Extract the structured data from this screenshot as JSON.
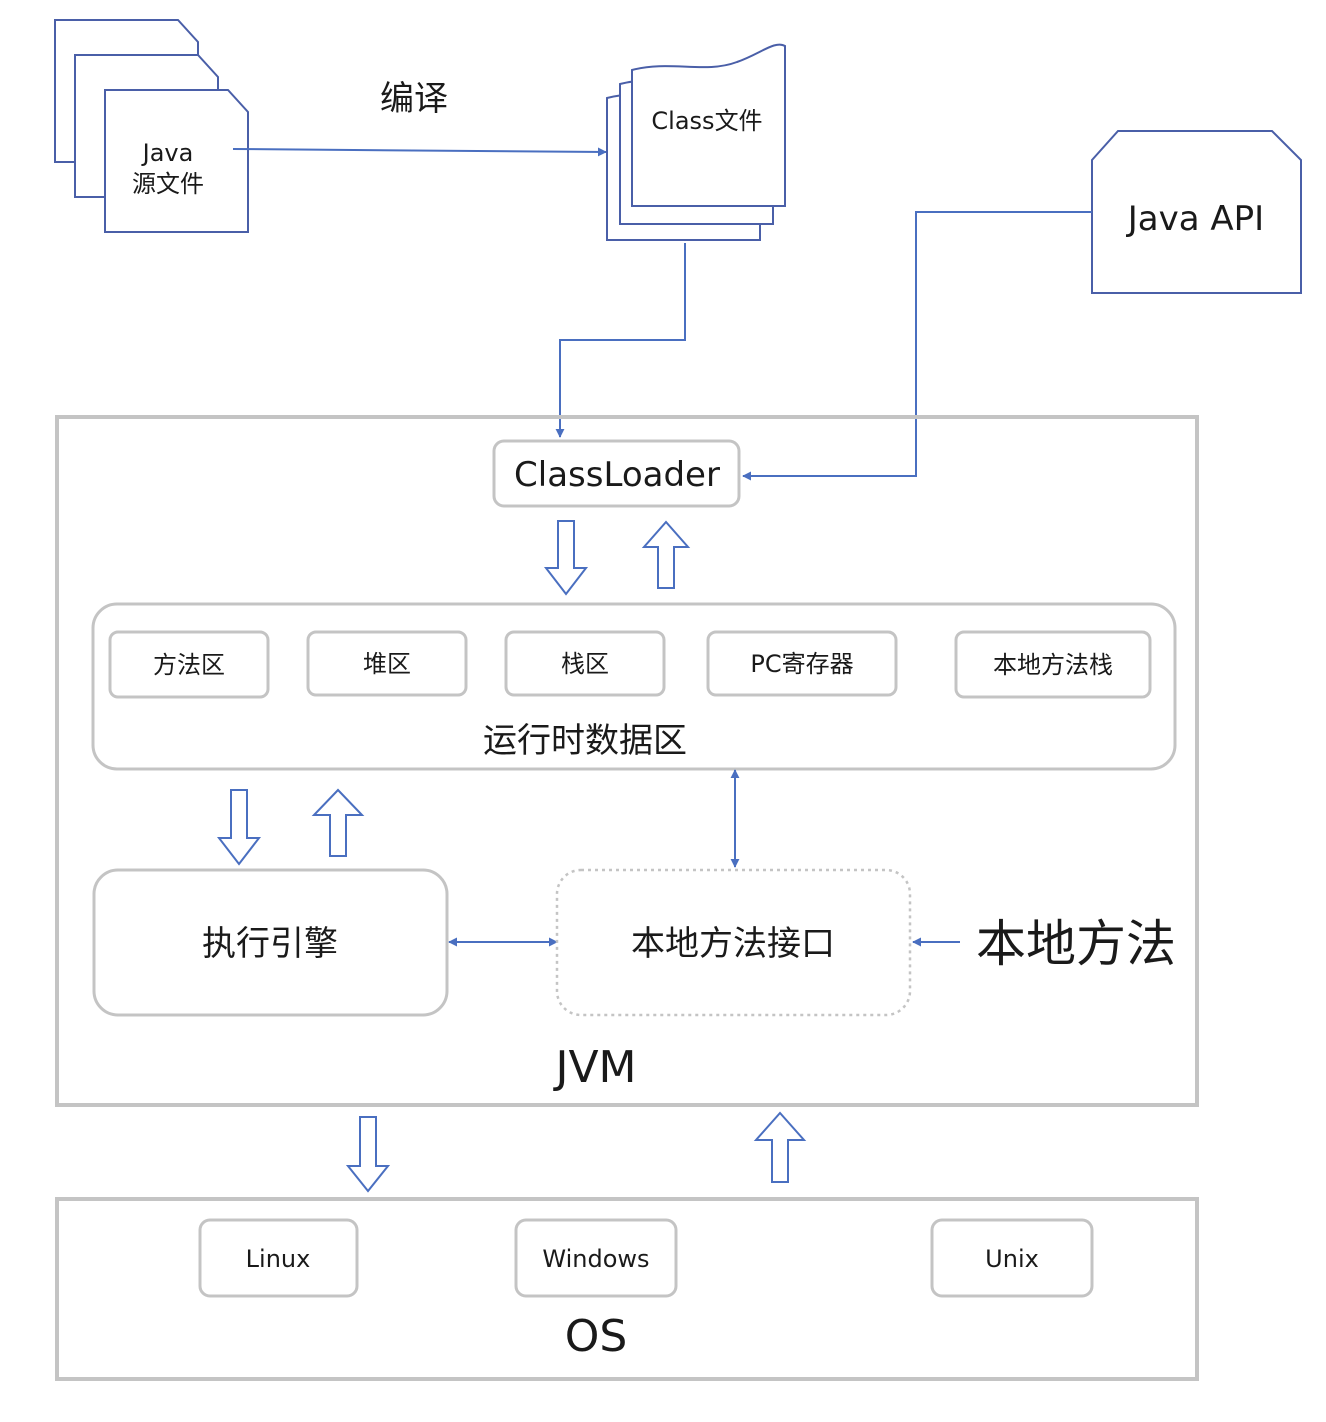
{
  "source_files": {
    "line1": "Java",
    "line2": "源文件"
  },
  "compile_label": "编译",
  "class_file_label": "Class文件",
  "java_api_label": "Java API",
  "jvm": {
    "label": "JVM",
    "classloader_label": "ClassLoader",
    "runtime_data_area": {
      "label": "运行时数据区",
      "items": [
        "方法区",
        "堆区",
        "栈区",
        "PC寄存器",
        "本地方法栈"
      ]
    },
    "execution_engine_label": "执行引擎",
    "native_interface_label": "本地方法接口"
  },
  "native_method_label": "本地方法",
  "os": {
    "label": "OS",
    "items": [
      "Linux",
      "Windows",
      "Unix"
    ]
  },
  "colors": {
    "connector": "#4a6fc0",
    "doc_stroke": "#4a5fa8",
    "box_stroke": "#c4c4c4",
    "text": "#1a1a1a"
  }
}
